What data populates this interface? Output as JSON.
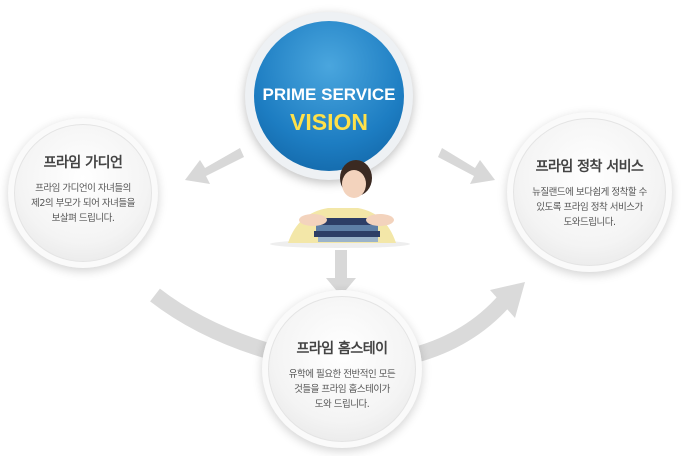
{
  "center": {
    "line1": "PRIME SERVICE",
    "line2": "VISION"
  },
  "left": {
    "title": "프라임 가디언",
    "desc": [
      "프라임 가디언이 자녀들의",
      "제2의 부모가 되어 자녀들을",
      "보살펴 드립니다."
    ]
  },
  "right": {
    "title": "프라임 정착 서비스",
    "desc": [
      "뉴질랜드에 보다쉽게 정착할 수",
      "있도록 프라임 정착 서비스가",
      "도와드립니다."
    ]
  },
  "bottom": {
    "title": "프라임 홈스테이",
    "desc": [
      "유학에 필요한 전반적인 모든",
      "것들을 프라임 홈스테이가",
      "도와 드립니다."
    ]
  },
  "colors": {
    "blue": "#1d7dc2",
    "yellow": "#ffe14a",
    "arrow": "#d6d6d6"
  }
}
